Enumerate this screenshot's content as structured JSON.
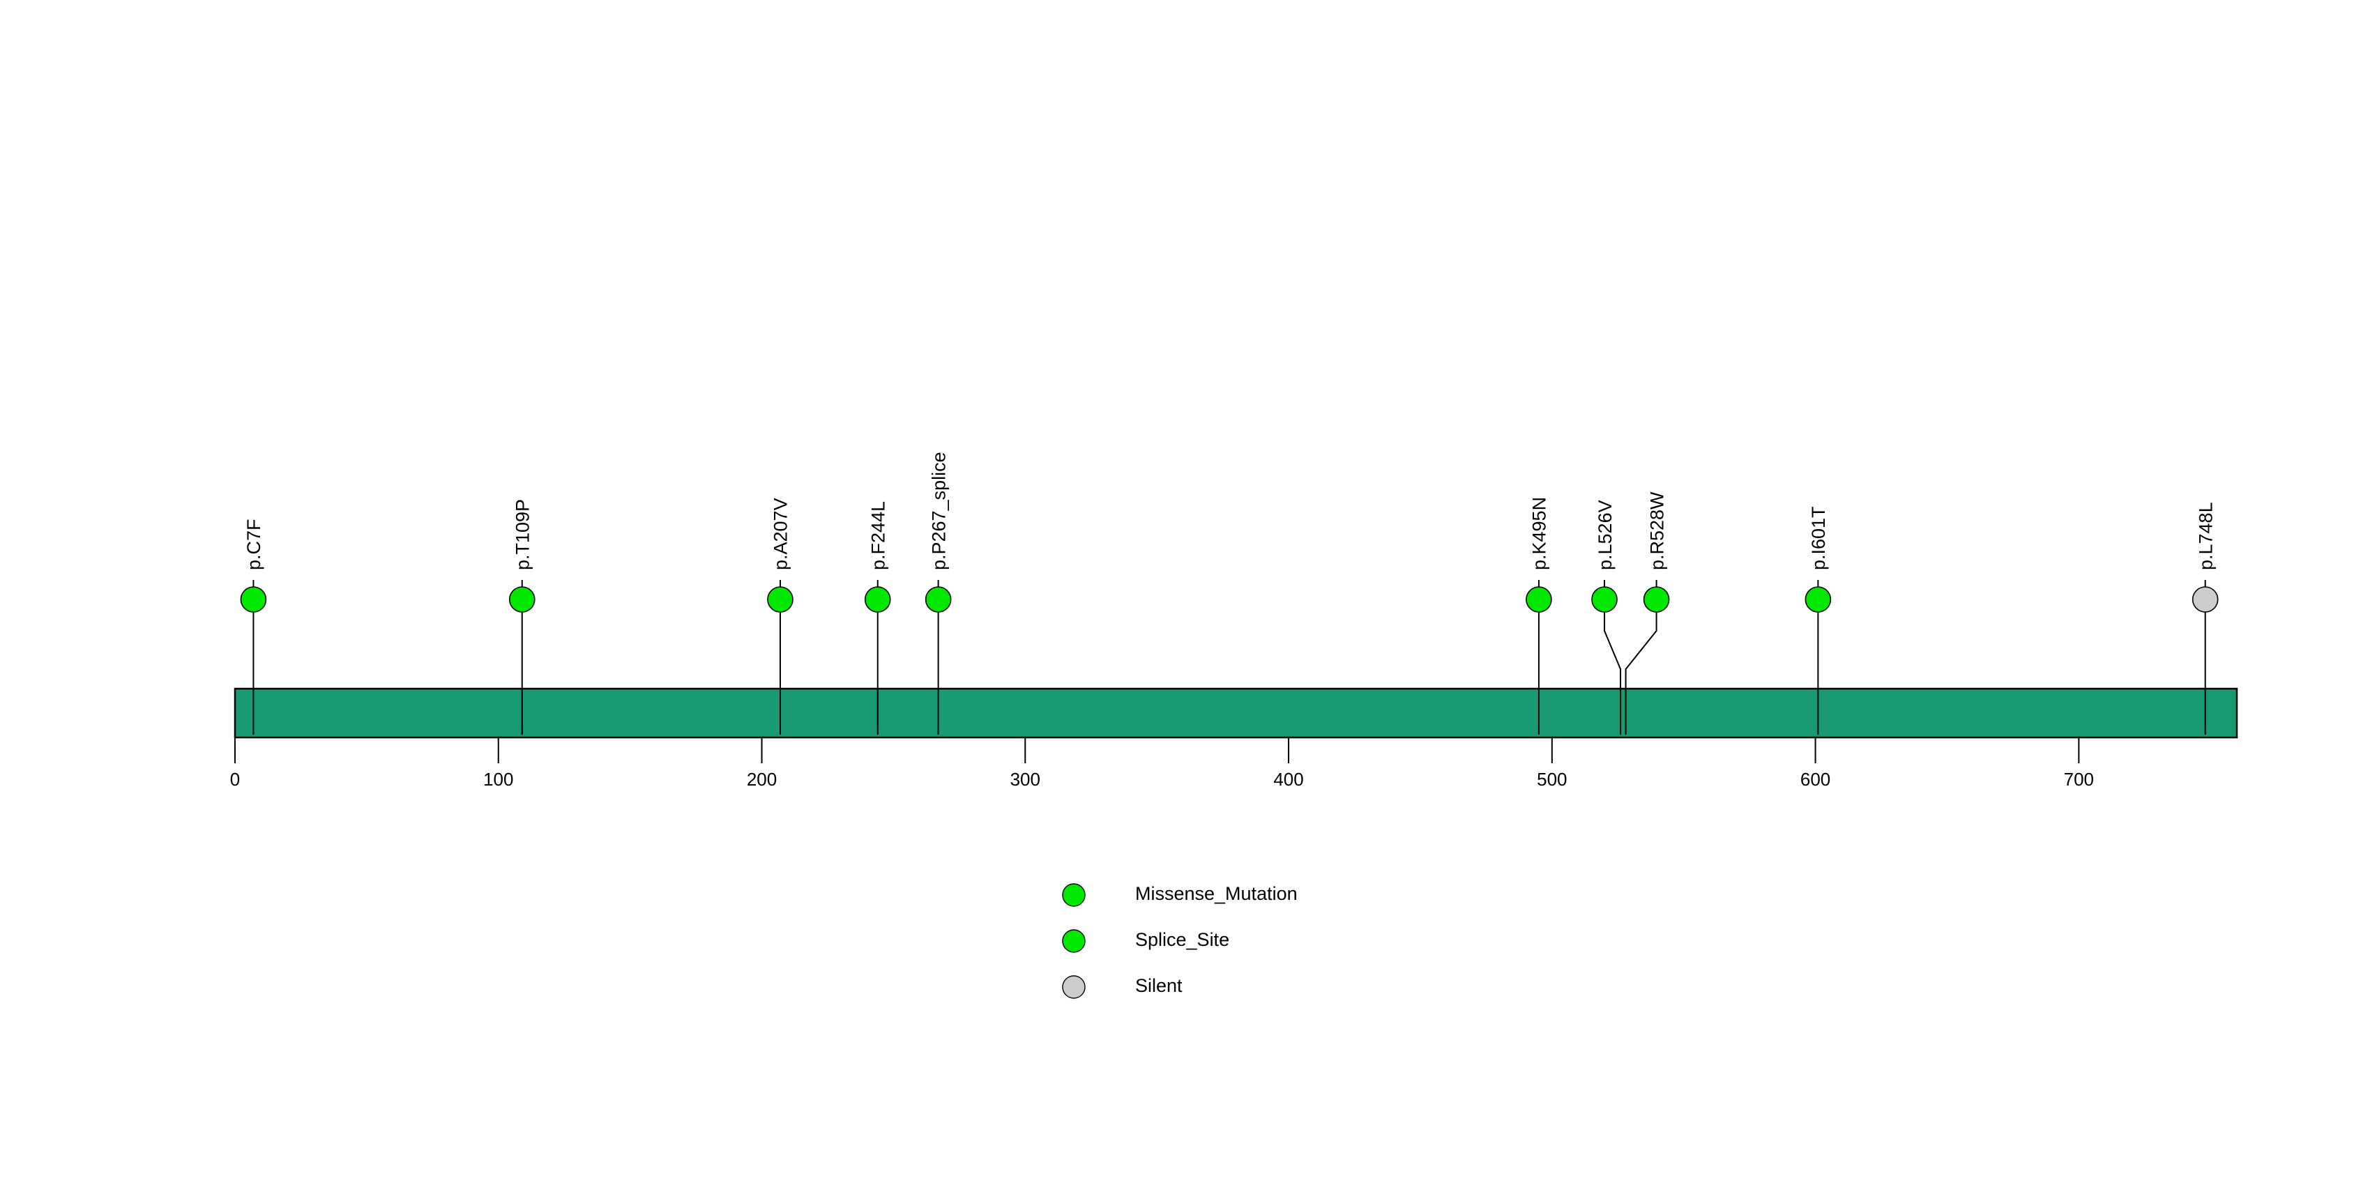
{
  "chart_data": {
    "type": "scatter",
    "plot_kind": "lollipop-protein-mutation-diagram",
    "title": "",
    "xlabel": "",
    "ylabel": "",
    "xlim": [
      0,
      760
    ],
    "grid": false,
    "legend_position": "bottom-center",
    "protein_domain": {
      "name": "",
      "start": 0,
      "end": 760,
      "color": "#189A72",
      "border_color": "#000000"
    },
    "axis": {
      "ticks": [
        0,
        100,
        200,
        300,
        400,
        500,
        600,
        700
      ],
      "tick_labels": [
        "0",
        "100",
        "200",
        "300",
        "400",
        "500",
        "600",
        "700"
      ]
    },
    "mutations": [
      {
        "label": "p.C7F",
        "position": 7,
        "class": "Missense_Mutation",
        "color": "#00E800",
        "count": 1,
        "jitter": 0
      },
      {
        "label": "p.T109P",
        "position": 109,
        "class": "Missense_Mutation",
        "color": "#00E800",
        "count": 1,
        "jitter": 0
      },
      {
        "label": "p.A207V",
        "position": 207,
        "class": "Missense_Mutation",
        "color": "#00E800",
        "count": 1,
        "jitter": 0
      },
      {
        "label": "p.F244L",
        "position": 244,
        "class": "Missense_Mutation",
        "color": "#00E800",
        "count": 1,
        "jitter": 0
      },
      {
        "label": "p.P267_splice",
        "position": 267,
        "class": "Splice_Site",
        "color": "#00E800",
        "count": 1,
        "jitter": 0
      },
      {
        "label": "p.K495N",
        "position": 495,
        "class": "Missense_Mutation",
        "color": "#00E800",
        "count": 1,
        "jitter": 0
      },
      {
        "label": "p.L526V",
        "position": 526,
        "class": "Missense_Mutation",
        "color": "#00E800",
        "count": 1,
        "jitter": -23
      },
      {
        "label": "p.R528W",
        "position": 528,
        "class": "Missense_Mutation",
        "color": "#00E800",
        "count": 1,
        "jitter": 44
      },
      {
        "label": "p.I601T",
        "position": 601,
        "class": "Missense_Mutation",
        "color": "#00E800",
        "count": 1,
        "jitter": 0
      },
      {
        "label": "p.L748L",
        "position": 748,
        "class": "Silent",
        "color": "#CCCCCC",
        "count": 1,
        "jitter": 0
      }
    ],
    "legend": [
      {
        "label": "Missense_Mutation",
        "color": "#00E800"
      },
      {
        "label": "Splice_Site",
        "color": "#00E800"
      },
      {
        "label": "Silent",
        "color": "#CCCCCC"
      }
    ],
    "colors": {
      "missense": "#00E800",
      "splice_site": "#00E800",
      "silent": "#CCCCCC",
      "domain_bar": "#189A72",
      "stem": "#000000",
      "text": "#000000"
    }
  }
}
